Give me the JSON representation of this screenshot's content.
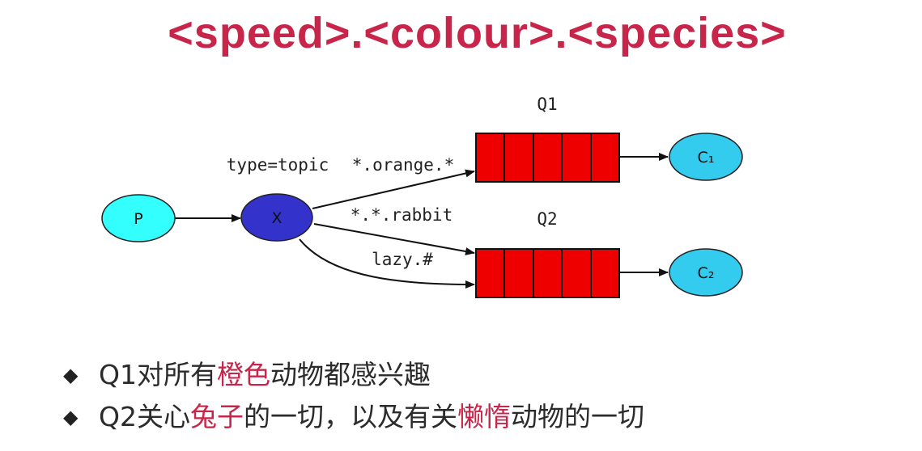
{
  "title": "<speed>.<colour>.<species>",
  "diagram": {
    "exchange_type_label": "type=topic",
    "producer_label": "P",
    "exchange_label": "X",
    "queue1_label": "Q1",
    "queue2_label": "Q2",
    "consumer1_label": "C₁",
    "consumer2_label": "C₂",
    "binding_orange": "*.orange.*",
    "binding_rabbit": "*.*.rabbit",
    "binding_lazy": "lazy.#",
    "colors": {
      "producer": "#33ffff",
      "exchange": "#3333cc",
      "queue": "#ee0000",
      "consumer": "#33ccee",
      "title": "#c8254a"
    }
  },
  "bullets": [
    {
      "parts": [
        "Q1对所有",
        "橙色",
        "动物都感兴趣"
      ]
    },
    {
      "parts": [
        "Q2关心",
        "兔子",
        "的一切，以及有关",
        "懒惰",
        "动物的一切"
      ]
    }
  ]
}
